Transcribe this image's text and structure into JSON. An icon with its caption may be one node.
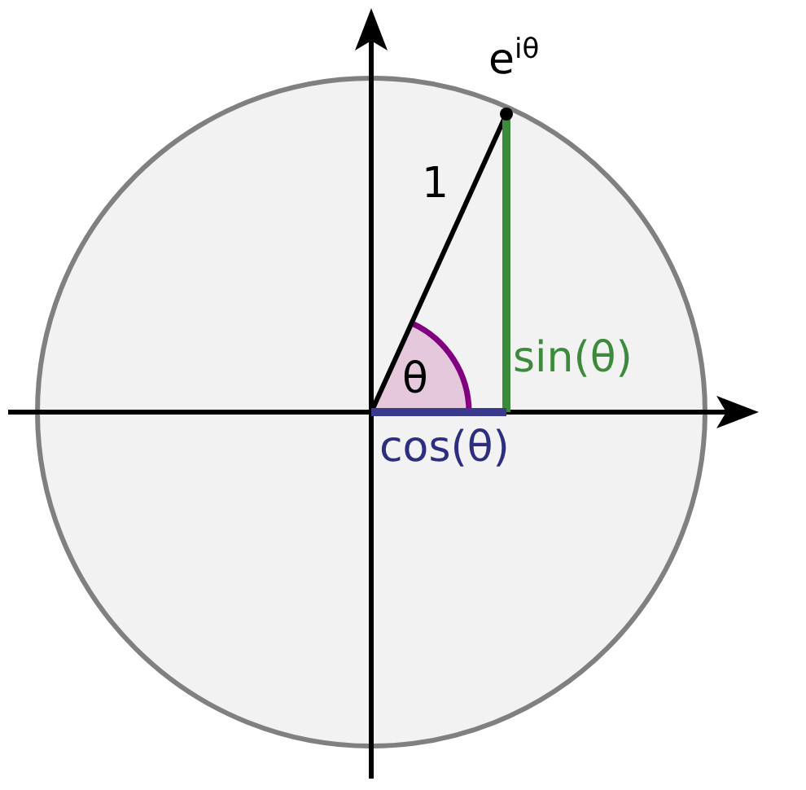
{
  "diagram": {
    "labels": [
      "e$^{iθ}$",
      "1",
      "θ",
      "sin(θ)",
      "cos(θ)"
    ]
  }
}
